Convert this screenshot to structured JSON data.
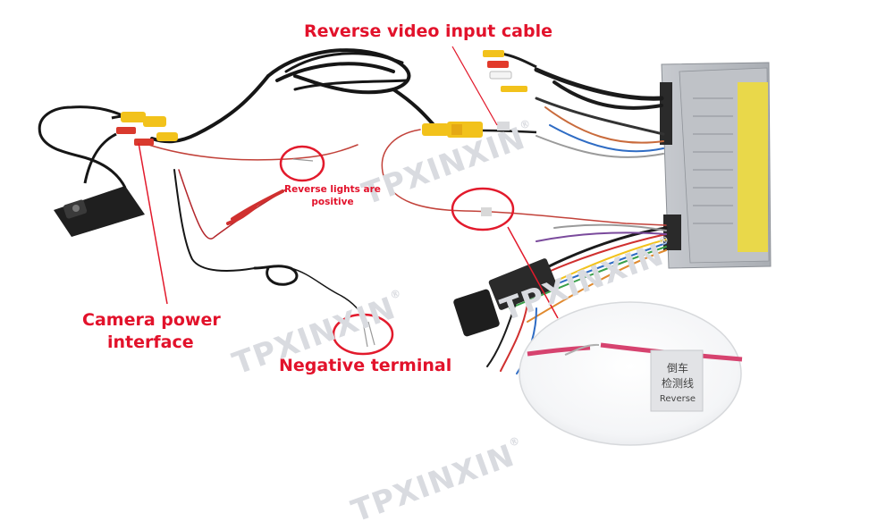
{
  "labels": {
    "reverse_video_input_cable": "Reverse video input cable",
    "reverse_lights_line1": "Reverse lights are",
    "reverse_lights_line2": "positive",
    "camera_power_line1": "Camera power",
    "camera_power_line2": "interface",
    "negative_terminal": "Negative terminal"
  },
  "wire_tag": {
    "line1": "倒车",
    "line2": "检测线",
    "line3": "Reverse"
  },
  "watermark": {
    "brand": "TPXINXIN",
    "mark": "®"
  },
  "colors": {
    "label_red": "#e2122b",
    "annotation_red": "#e21a2c",
    "wire_black": "#1b1b1b",
    "wire_red": "#d0302f",
    "rca_yellow": "#f2c21b",
    "unit_grey": "#b9bcc1",
    "sticker_yellow": "#e9d84a"
  }
}
